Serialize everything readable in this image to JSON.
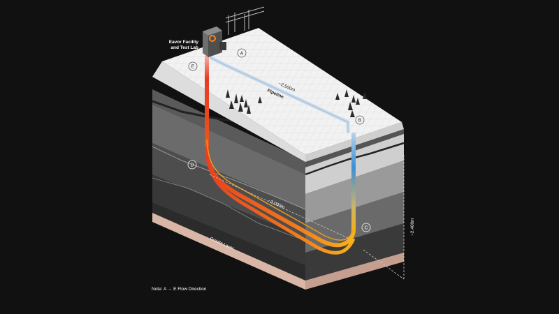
{
  "labels": {
    "facility": [
      "Eavor Facility",
      "and Test Lab"
    ],
    "pipeline": "Pipeline",
    "pipeline_length": "~2,500m",
    "horizontal_length": "~3,000m",
    "depth": "~2,400m",
    "granite": "Granite Layer",
    "note": "Note: A → E Flow Direction"
  },
  "markers": [
    "A",
    "B",
    "C",
    "D",
    "E"
  ],
  "colors": {
    "background": "#111111",
    "hot": "#e83a24",
    "warm": "#f59a1c",
    "cool": "#3b8fd6",
    "granite": "#d9b6a6"
  }
}
